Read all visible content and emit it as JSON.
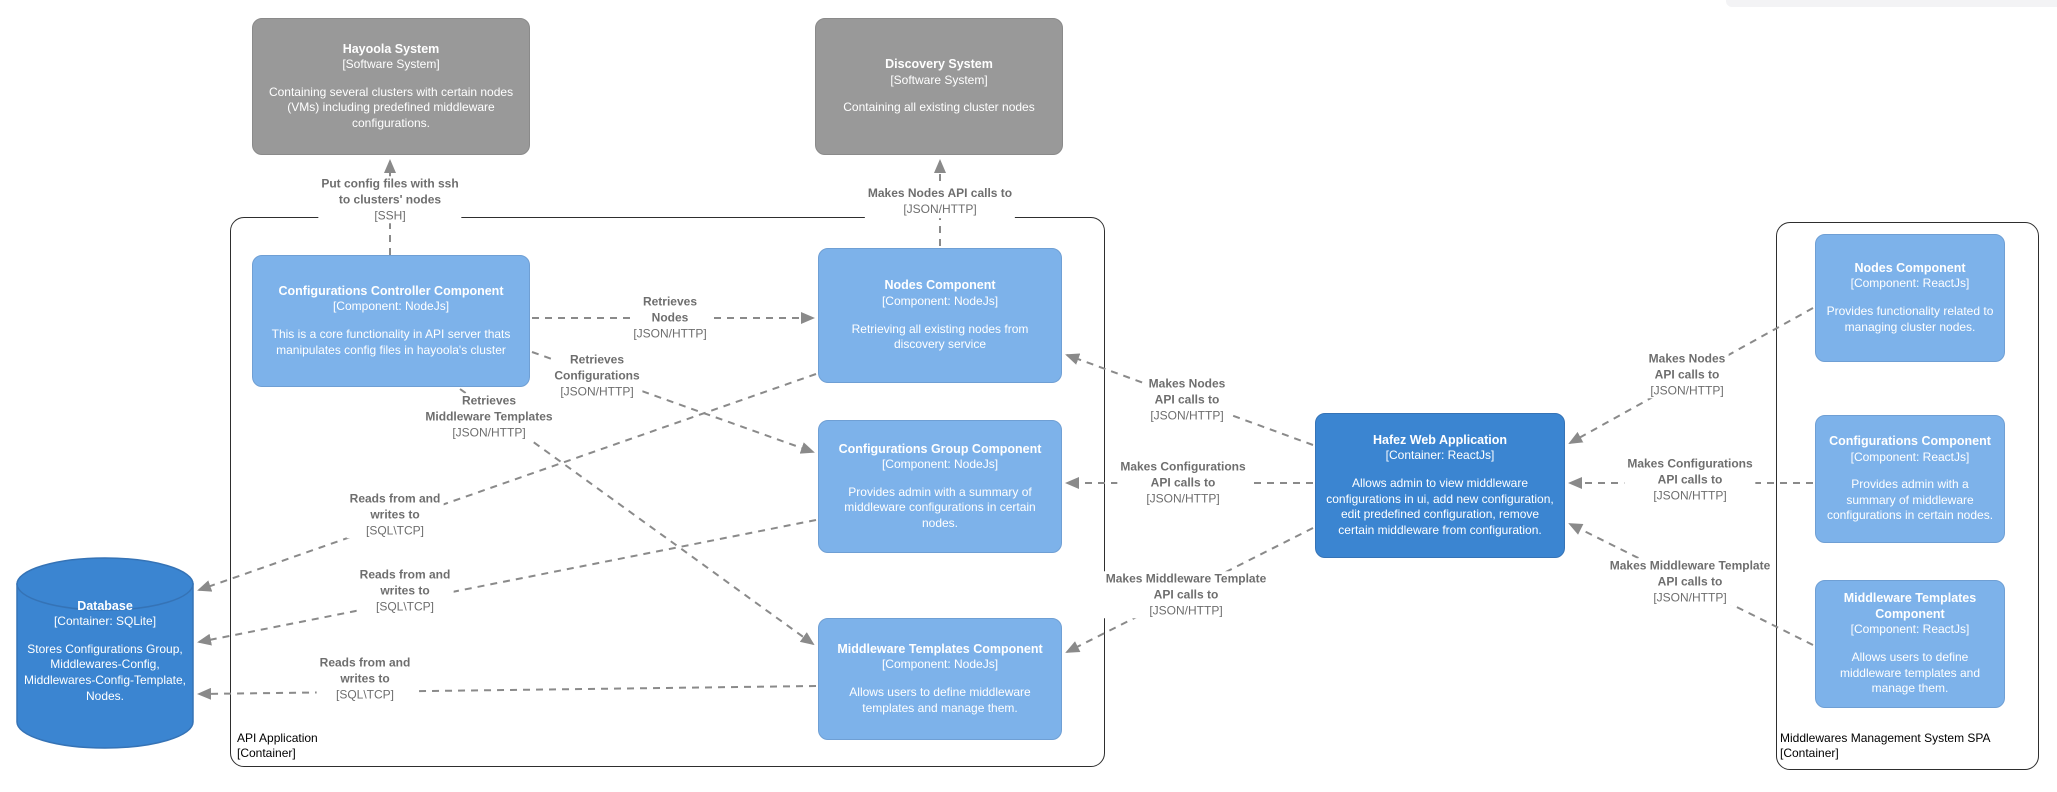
{
  "colors": {
    "external_fill": "#999999",
    "component_fill": "#7db2ea",
    "container_fill": "#3b85d1",
    "edge_gray": "#8a8a8a",
    "edge_label_gray": "#6e6e6e"
  },
  "nodes": {
    "hayoola": {
      "title": "Hayoola System",
      "type": "[Software System]",
      "desc": "Containing several clusters with certain nodes (VMs) including predefined middleware configurations."
    },
    "discovery": {
      "title": "Discovery System",
      "type": "[Software System]",
      "desc": "Containing all existing cluster nodes"
    },
    "config_controller": {
      "title": "Configurations Controller Component",
      "type": "[Component: NodeJs]",
      "desc": "This is a core functionality in API server thats manipulates config files in hayoola's cluster"
    },
    "nodes_api": {
      "title": "Nodes Component",
      "type": "[Component: NodeJs]",
      "desc": "Retrieving all existing nodes from discovery service"
    },
    "config_group": {
      "title": "Configurations Group Component",
      "type": "[Component: NodeJs]",
      "desc": "Provides admin with a summary of middleware configurations in certain nodes."
    },
    "mw_templates_api": {
      "title": "Middleware Templates Component",
      "type": "[Component: NodeJs]",
      "desc": "Allows users to define middleware templates and manage them."
    },
    "hafez": {
      "title": "Hafez Web Application",
      "type": "[Container: ReactJs]",
      "desc": "Allows admin to view middleware configurations in ui, add new configuration, edit predefined configuration, remove certain middleware from configuration."
    },
    "nodes_spa": {
      "title": "Nodes Component",
      "type": "[Component: ReactJs]",
      "desc": "Provides functionality related to managing cluster nodes."
    },
    "config_spa": {
      "title": "Configurations Component",
      "type": "[Component: ReactJs]",
      "desc": "Provides admin with a summary of middleware configurations in certain nodes."
    },
    "mw_templates_spa": {
      "title": "Middleware Templates Component",
      "type": "[Component: ReactJs]",
      "desc": "Allows users to define middleware templates and manage them."
    },
    "database": {
      "title": "Database",
      "type": "[Container: SQLite]",
      "desc": "Stores Configurations Group, Middlewares-Config, Middlewares-Config-Template, Nodes."
    }
  },
  "boundaries": {
    "api": {
      "title": "API Application",
      "type": "[Container]"
    },
    "spa": {
      "title": "Middlewares Management System SPA",
      "type": "[Container]"
    }
  },
  "edges": {
    "put_config": {
      "label": "Put config files with ssh\nto clusters' nodes",
      "tech": "[SSH]"
    },
    "discovery_calls": {
      "label": "Makes Nodes API calls to",
      "tech": "[JSON/HTTP]"
    },
    "retrieves_nodes": {
      "label": "Retrieves\nNodes",
      "tech": "[JSON/HTTP]"
    },
    "retrieves_configurations": {
      "label": "Retrieves\nConfigurations",
      "tech": "[JSON/HTTP]"
    },
    "retrieves_mw_templates": {
      "label": "Retrieves\nMiddleware Templates",
      "tech": "[JSON/HTTP]"
    },
    "rw_db_1": {
      "label": "Reads from and\nwrites to",
      "tech": "[SQL\\TCP]"
    },
    "rw_db_2": {
      "label": "Reads from and\nwrites to",
      "tech": "[SQL\\TCP]"
    },
    "rw_db_3": {
      "label": "Reads from and\nwrites to",
      "tech": "[SQL\\TCP]"
    },
    "hafez_nodes": {
      "label": "Makes Nodes\nAPI calls to",
      "tech": "[JSON/HTTP]"
    },
    "hafez_configurations": {
      "label": "Makes Configurations\nAPI calls to",
      "tech": "[JSON/HTTP]"
    },
    "hafez_mw_template": {
      "label": "Makes Middleware Template\nAPI calls to",
      "tech": "[JSON/HTTP]"
    },
    "spa_nodes": {
      "label": "Makes Nodes\nAPI calls to",
      "tech": "[JSON/HTTP]"
    },
    "spa_configurations": {
      "label": "Makes Configurations\nAPI calls to",
      "tech": "[JSON/HTTP]"
    },
    "spa_mw_template": {
      "label": "Makes Middleware Template\nAPI calls to",
      "tech": "[JSON/HTTP]"
    }
  }
}
